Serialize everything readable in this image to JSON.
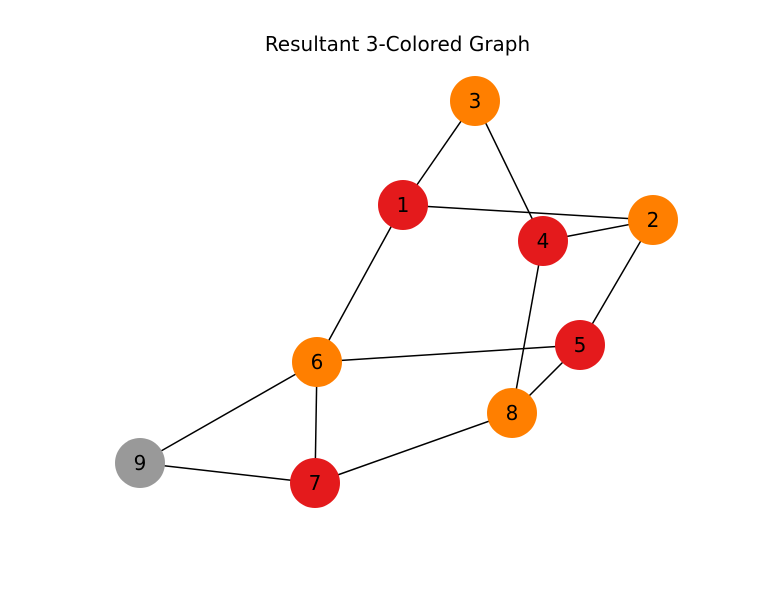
{
  "title": "Resultant 3-Colored Graph",
  "colors": {
    "red": "#e41a1c",
    "orange": "#ff7f00",
    "gray": "#999999",
    "edge": "#000000"
  },
  "nodes": [
    {
      "id": "1",
      "color": "red"
    },
    {
      "id": "2",
      "color": "orange"
    },
    {
      "id": "3",
      "color": "orange"
    },
    {
      "id": "4",
      "color": "red"
    },
    {
      "id": "5",
      "color": "red"
    },
    {
      "id": "6",
      "color": "orange"
    },
    {
      "id": "7",
      "color": "red"
    },
    {
      "id": "8",
      "color": "orange"
    },
    {
      "id": "9",
      "color": "gray"
    }
  ],
  "edges": [
    [
      "1",
      "3"
    ],
    [
      "1",
      "2"
    ],
    [
      "1",
      "6"
    ],
    [
      "3",
      "4"
    ],
    [
      "4",
      "2"
    ],
    [
      "4",
      "8"
    ],
    [
      "2",
      "5"
    ],
    [
      "5",
      "6"
    ],
    [
      "5",
      "8"
    ],
    [
      "6",
      "9"
    ],
    [
      "6",
      "7"
    ],
    [
      "9",
      "7"
    ],
    [
      "7",
      "8"
    ]
  ]
}
